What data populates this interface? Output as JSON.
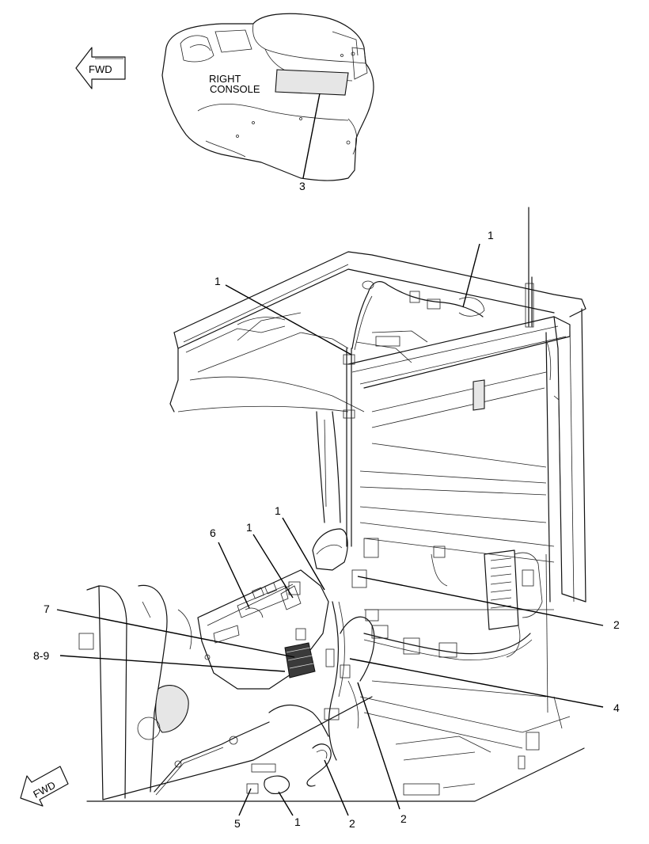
{
  "detail": {
    "console_label_line1": "RIGHT",
    "console_label_line2": "CONSOLE",
    "fwd_arrow_top": "FWD"
  },
  "main": {
    "fwd_arrow_bottom": "FWD"
  },
  "callouts": [
    {
      "id": "c-3",
      "text": "3"
    },
    {
      "id": "c-1a",
      "text": "1"
    },
    {
      "id": "c-1b",
      "text": "1"
    },
    {
      "id": "c-1c",
      "text": "1"
    },
    {
      "id": "c-1d",
      "text": "1"
    },
    {
      "id": "c-6",
      "text": "6"
    },
    {
      "id": "c-7",
      "text": "7"
    },
    {
      "id": "c-89",
      "text": "8-9"
    },
    {
      "id": "c-2a",
      "text": "2"
    },
    {
      "id": "c-4",
      "text": "4"
    },
    {
      "id": "c-5",
      "text": "5"
    },
    {
      "id": "c-1e",
      "text": "1"
    },
    {
      "id": "c-2b",
      "text": "2"
    },
    {
      "id": "c-2c",
      "text": "2"
    }
  ],
  "colors": {
    "line": "#111111",
    "shade": "#e6e6e6",
    "module": "#3a3a3a",
    "background": "#ffffff"
  }
}
